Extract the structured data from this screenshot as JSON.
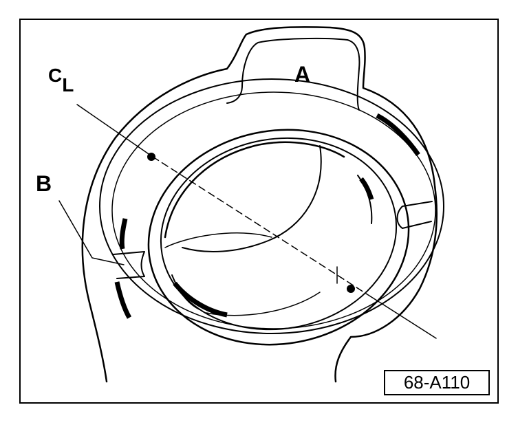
{
  "figure": {
    "id": "68-A110"
  },
  "labels": {
    "part_a": "A",
    "part_b": "B",
    "centerline_c": "C",
    "centerline_l": "L"
  },
  "colors": {
    "ink": "#000000",
    "paper": "#ffffff"
  }
}
